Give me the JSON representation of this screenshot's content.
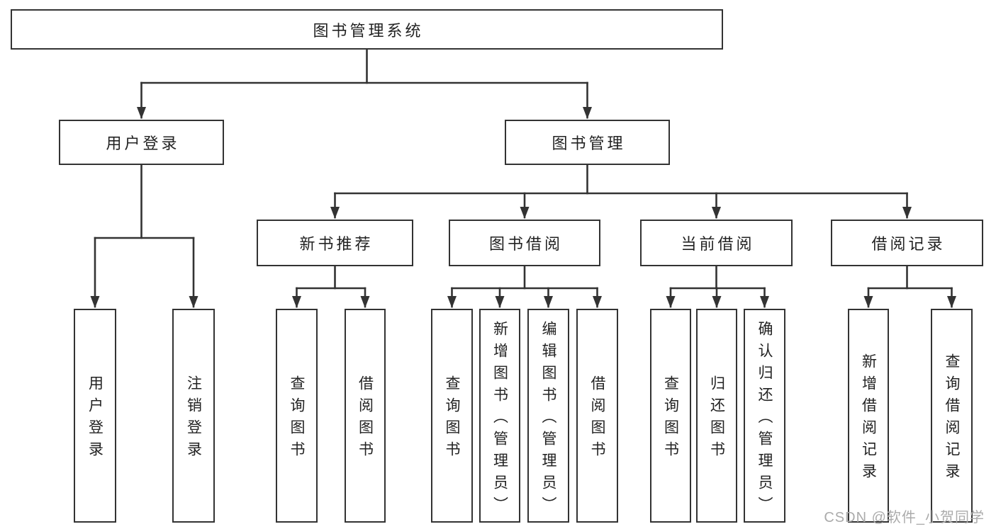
{
  "colors": {
    "line": "#333333",
    "box_border": "#333333",
    "text": "#222222",
    "background": "#ffffff",
    "watermark": "#ababab"
  },
  "nodes": {
    "root": {
      "label": "图书管理系统"
    },
    "level2": [
      {
        "label": "用户登录"
      },
      {
        "label": "图书管理"
      }
    ],
    "level3": [
      {
        "label": "新书推荐"
      },
      {
        "label": "图书借阅"
      },
      {
        "label": "当前借阅"
      },
      {
        "label": "借阅记录"
      }
    ],
    "leaves": [
      {
        "label": "用户登录"
      },
      {
        "label": "注销登录"
      },
      {
        "label": "查询图书"
      },
      {
        "label": "借阅图书"
      },
      {
        "label": "查询图书"
      },
      {
        "label": "新增图书（管理员）"
      },
      {
        "label": "编辑图书（管理员）"
      },
      {
        "label": "借阅图书"
      },
      {
        "label": "查询图书"
      },
      {
        "label": "归还图书"
      },
      {
        "label": "确认归还（管理员）"
      },
      {
        "label": "新增借阅记录"
      },
      {
        "label": "查询借阅记录"
      }
    ]
  },
  "watermark": {
    "label": "CSDN @软件_小贺同学"
  }
}
